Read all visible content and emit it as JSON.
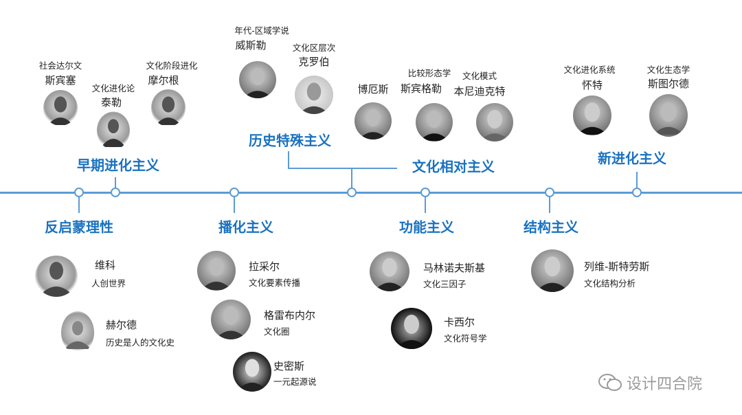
{
  "schools": {
    "anti_enlightenment": "反启蒙理性",
    "early_evolution": "早期进化主义",
    "diffusion": "播化主义",
    "historical_particularism": "历史特殊主义",
    "cultural_relativism": "文化相对主义",
    "functionalism": "功能主义",
    "structuralism": "结构主义",
    "neo_evolution": "新进化主义"
  },
  "people": {
    "spencer": {
      "theory": "社会达尔文",
      "name": "斯宾塞"
    },
    "tylor": {
      "theory": "文化进化论",
      "name": "泰勒"
    },
    "morgan": {
      "theory": "文化阶段进化",
      "name": "摩尔根"
    },
    "wissler": {
      "theory": "年代-区域学说",
      "name": "威斯勒"
    },
    "kroeber": {
      "theory": "文化区层次",
      "name": "克罗伯"
    },
    "boas": {
      "name": "博厄斯"
    },
    "spengler": {
      "theory": "比较形态学",
      "name": "斯宾格勒"
    },
    "benedict": {
      "theory": "文化模式",
      "name": "本尼迪克特"
    },
    "white": {
      "theory": "文化进化系统",
      "name": "怀特"
    },
    "steward": {
      "theory": "文化生态学",
      "name": "斯图尔德"
    },
    "vico": {
      "name": "维科",
      "theory": "人创世界"
    },
    "herder": {
      "name": "赫尔德",
      "theory": "历史是人的文化史"
    },
    "ratzel": {
      "name": "拉采尔",
      "theory": "文化要素传播"
    },
    "graebner": {
      "name": "格雷布内尔",
      "theory": "文化圈"
    },
    "smith": {
      "name": "史密斯",
      "theory": "一元起源说"
    },
    "malinowski": {
      "name": "马林诺夫斯基",
      "theory": "文化三因子"
    },
    "cassirer": {
      "name": "卡西尔",
      "theory": "文化符号学"
    },
    "levi_strauss": {
      "name": "列维-斯特劳斯",
      "theory": "文化结构分析"
    }
  },
  "watermark": "设计四合院",
  "colors": {
    "accent": "#1a72c0",
    "line": "#5b9bd5"
  }
}
